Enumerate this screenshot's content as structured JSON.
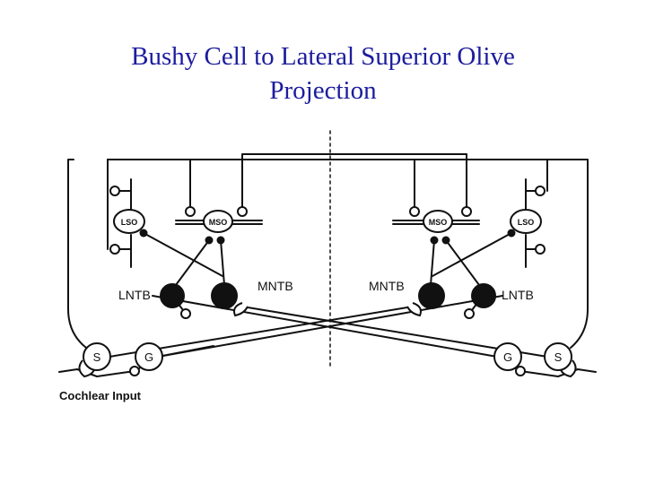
{
  "title": {
    "line1": "Bushy Cell to Lateral Superior Olive",
    "line2": "Projection"
  },
  "labels": {
    "lso_left": "LSO",
    "mso_left": "MSO",
    "mso_right": "MSO",
    "lso_right": "LSO",
    "lntb_left": "LNTB",
    "mntb_left": "MNTB",
    "mntb_right": "MNTB",
    "lntb_right": "LNTB",
    "s_left": "S",
    "g_left": "G",
    "g_right": "G",
    "s_right": "S",
    "cochlear_input": "Cochlear Input"
  },
  "colors": {
    "title": "#1c1c9e",
    "line": "#111111"
  }
}
